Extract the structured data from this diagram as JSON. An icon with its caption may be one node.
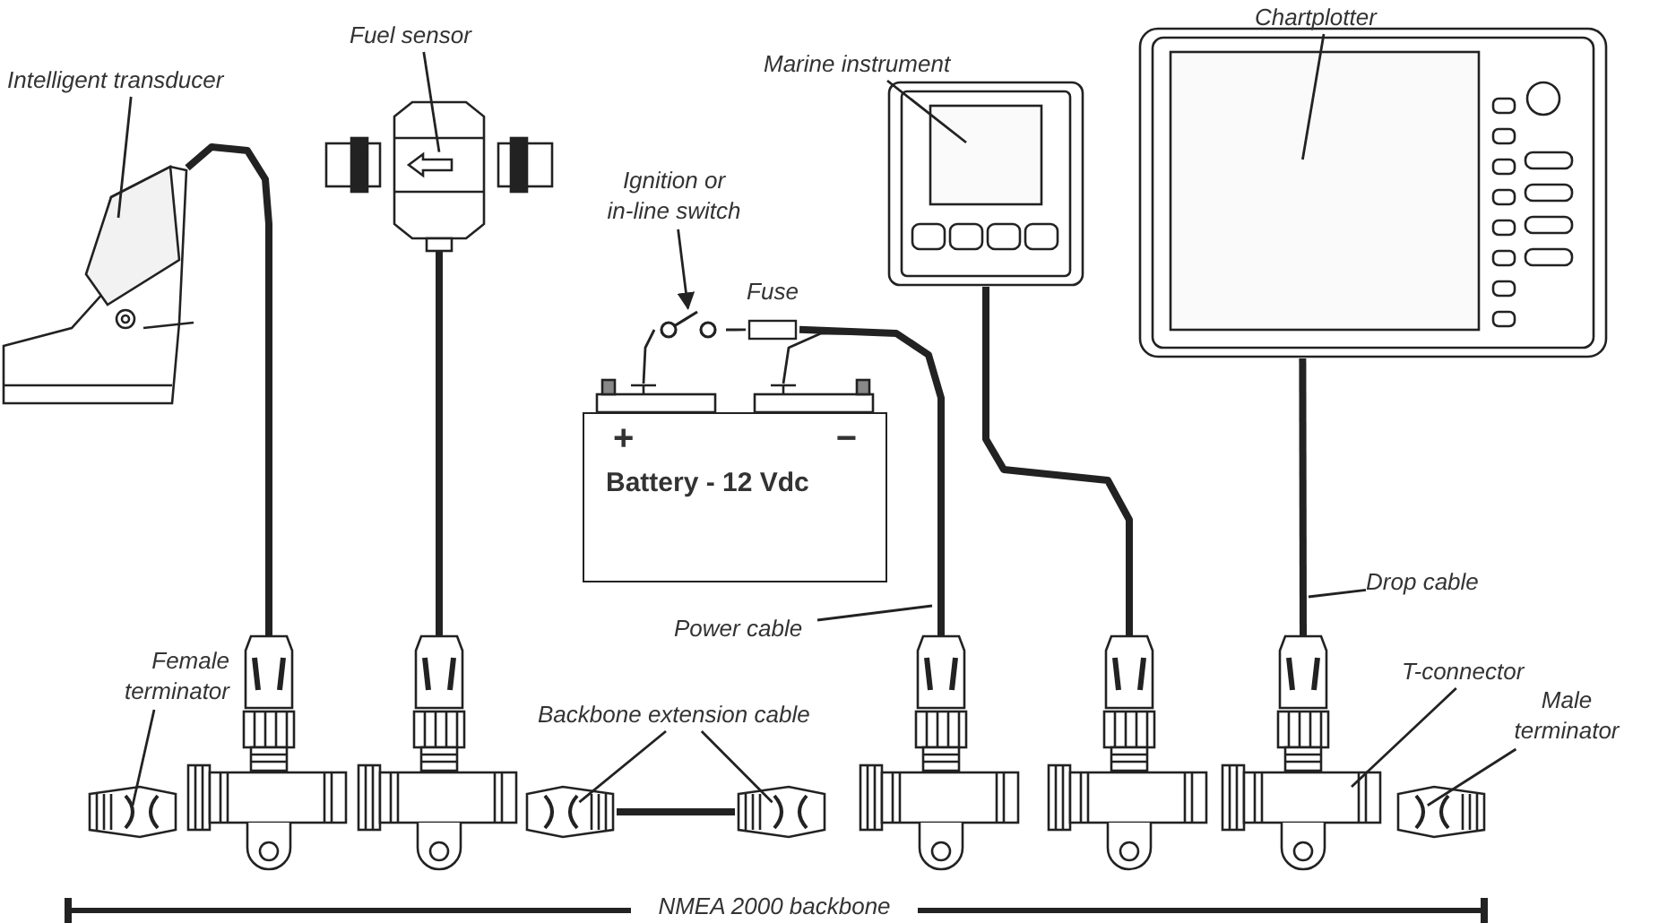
{
  "diagram": {
    "nodes": [
      {
        "text": [
          "Intelligent transducer"
        ]
      },
      {
        "text": [],
        "shape": "picture"
      },
      {
        "text": [
          "Fuel sensor"
        ]
      },
      {
        "text": [],
        "shape": "picture"
      },
      {
        "text": [
          "Ignition or in-line switch"
        ]
      },
      {
        "text": [],
        "shape": "picture"
      },
      {
        "text": [
          "+",
          "−",
          "Battery - 12 Vdc"
        ]
      },
      {
        "text": [
          "Marine instrument"
        ]
      },
      {
        "text": [],
        "shape": "picture"
      },
      {
        "text": [
          "Chartplotter"
        ]
      },
      {
        "text": [],
        "shape": "picture"
      },
      {
        "text": [
          "Power cable"
        ]
      },
      {
        "text": [
          "Drop cable"
        ]
      },
      {
        "text": [
          "Female terminator"
        ]
      },
      {
        "text": [],
        "shape": "picture"
      },
      {
        "text": [],
        "shape": "picture"
      },
      {
        "text": [],
        "shape": "picture"
      },
      {
        "text": [],
        "shape": "picture"
      },
      {
        "text": [],
        "shape": "picture"
      },
      {
        "text": [],
        "shape": "picture"
      },
      {
        "text": [
          "Backbone extension cable"
        ]
      },
      {
        "text": [],
        "shape": "picture"
      },
      {
        "text": [],
        "shape": "picture"
      },
      {
        "text": [
          "T-connector"
        ]
      },
      {
        "text": [
          "Male terminator"
        ]
      },
      {
        "text": [],
        "shape": "picture"
      },
      {
        "text": [
          "Fuse"
        ]
      }
    ],
    "edges": [
      {
        "from": 0,
        "to": 1,
        "arrow": "none"
      },
      {
        "from": 2,
        "to": 3,
        "arrow": "none"
      },
      {
        "from": 4,
        "to": 5,
        "arrow": "to"
      },
      {
        "from": 7,
        "to": 8,
        "arrow": "none"
      },
      {
        "from": 9,
        "to": 10,
        "arrow": "none"
      },
      {
        "from": 11,
        "to": null,
        "arrow": "none"
      },
      {
        "from": 12,
        "to": null,
        "arrow": "none"
      },
      {
        "from": 13,
        "to": 14,
        "arrow": "none"
      },
      {
        "from": 20,
        "to": 21,
        "arrow": "none"
      },
      {
        "from": 20,
        "to": 22,
        "arrow": "none"
      },
      {
        "from": 23,
        "to": 19,
        "arrow": "none"
      },
      {
        "from": 24,
        "to": 25,
        "arrow": "none"
      },
      {
        "from": 1,
        "to": 15,
        "arrow": "none",
        "style": "thick"
      },
      {
        "from": 3,
        "to": 16,
        "arrow": "none",
        "style": "thick"
      },
      {
        "from": 6,
        "to": 17,
        "arrow": "none"
      },
      {
        "from": 8,
        "to": 18,
        "arrow": "none",
        "style": "thick"
      },
      {
        "from": 10,
        "to": 19,
        "arrow": "none",
        "style": "thick"
      },
      {
        "from": 21,
        "to": 22,
        "arrow": "none",
        "style": "thick"
      },
      {
        "from": 6,
        "to": 5,
        "arrow": "none"
      },
      {
        "from": 5,
        "to": 26,
        "arrow": "none"
      },
      {
        "from": 26,
        "to": 17,
        "arrow": "none",
        "style": "thick"
      }
    ],
    "labels": [
      "NMEA 2000 backbone"
    ]
  }
}
